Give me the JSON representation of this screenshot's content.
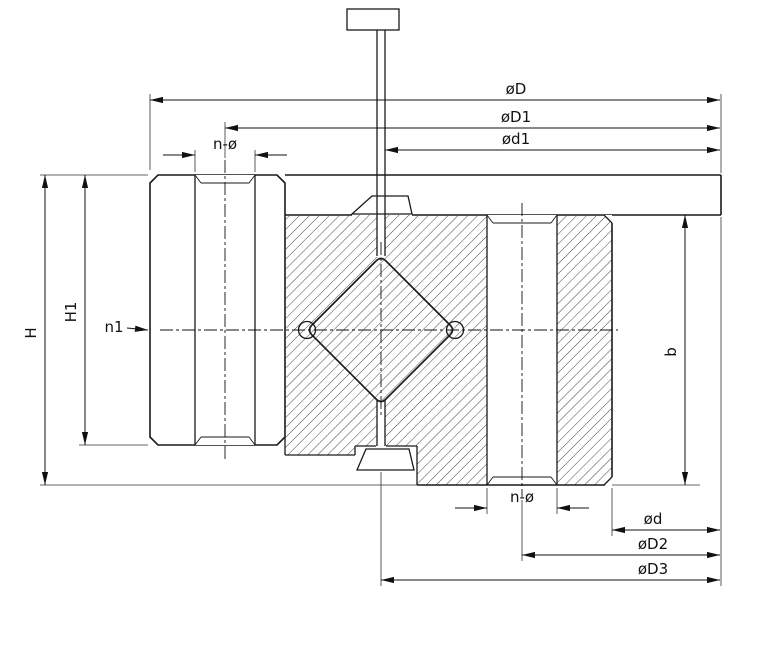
{
  "labels": {
    "dia_D": "øD",
    "dia_D1": "øD1",
    "dia_d1": "ød1",
    "n_holes_top": "n-ø",
    "height_H": "H",
    "height_H1": "H1",
    "n1": "n1",
    "width_b": "b",
    "n_holes_bottom": "n-ø",
    "dia_d": "ød",
    "dia_D2": "øD2",
    "dia_D3": "øD3"
  },
  "colors": {
    "line": "#1a1a1a",
    "dimension": "#111111",
    "hatch": "#454545",
    "background": "#ffffff"
  }
}
